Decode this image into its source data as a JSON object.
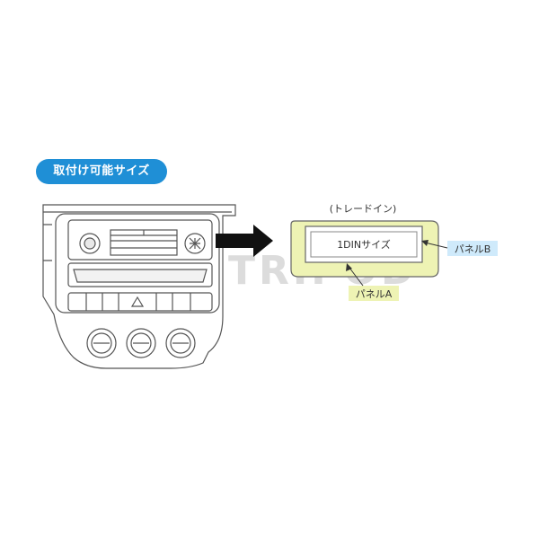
{
  "badge": {
    "text": "取付け可能サイズ",
    "color": "#1f8fd6"
  },
  "tray_label": "(トレードイン)",
  "din_label": "1DINサイズ",
  "panel_a_label": "パネルA",
  "panel_b_label": "パネルB",
  "watermark": "TRIPOD",
  "colors": {
    "panel_a_fill": "#eef3b4",
    "panel_b_tag": "#cfeafb",
    "panel_a_tag": "#eef3b4",
    "arrow": "#111111",
    "line_art": "#555555"
  },
  "icons": [
    "right-arrow-icon",
    "hazard-triangle-icon",
    "vent-knob-icon"
  ]
}
